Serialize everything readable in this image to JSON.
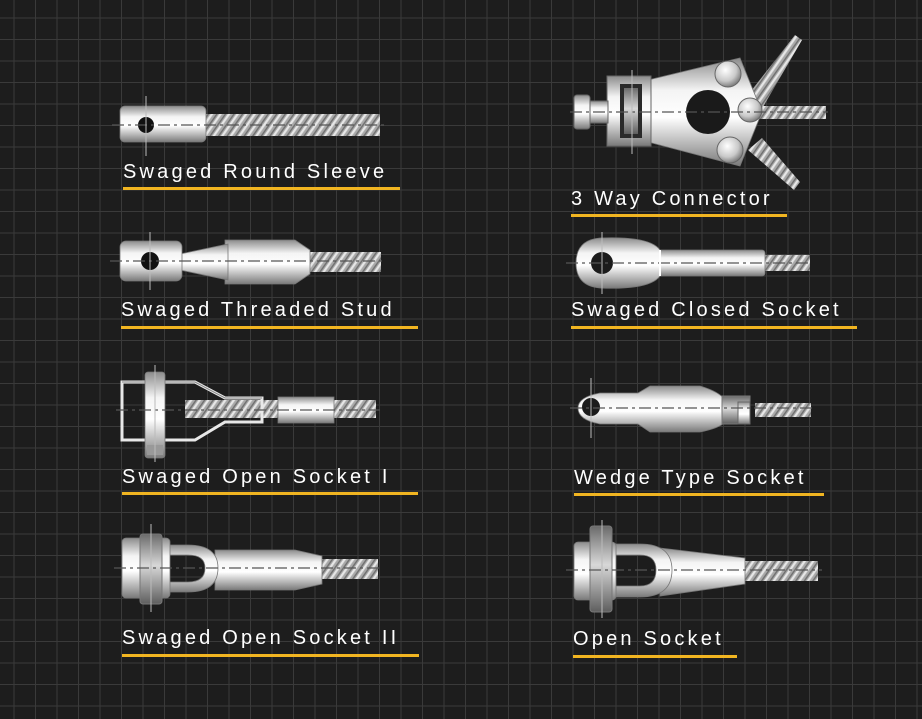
{
  "colors": {
    "background": "#1d1d1d",
    "grid": "#3a3a3a",
    "underline": "#f1b521",
    "label": "#ffffff"
  },
  "fittings": [
    {
      "id": "swaged-round-sleeve",
      "label": "Swaged Round Sleeve"
    },
    {
      "id": "3-way-connector",
      "label": "3 Way Connector"
    },
    {
      "id": "swaged-threaded-stud",
      "label": "Swaged Threaded Stud"
    },
    {
      "id": "swaged-closed-socket",
      "label": "Swaged Closed Socket"
    },
    {
      "id": "swaged-open-socket-i",
      "label": "Swaged Open Socket I"
    },
    {
      "id": "wedge-type-socket",
      "label": "Wedge Type Socket"
    },
    {
      "id": "swaged-open-socket-ii",
      "label": "Swaged Open Socket II"
    },
    {
      "id": "open-socket",
      "label": "Open Socket"
    }
  ]
}
